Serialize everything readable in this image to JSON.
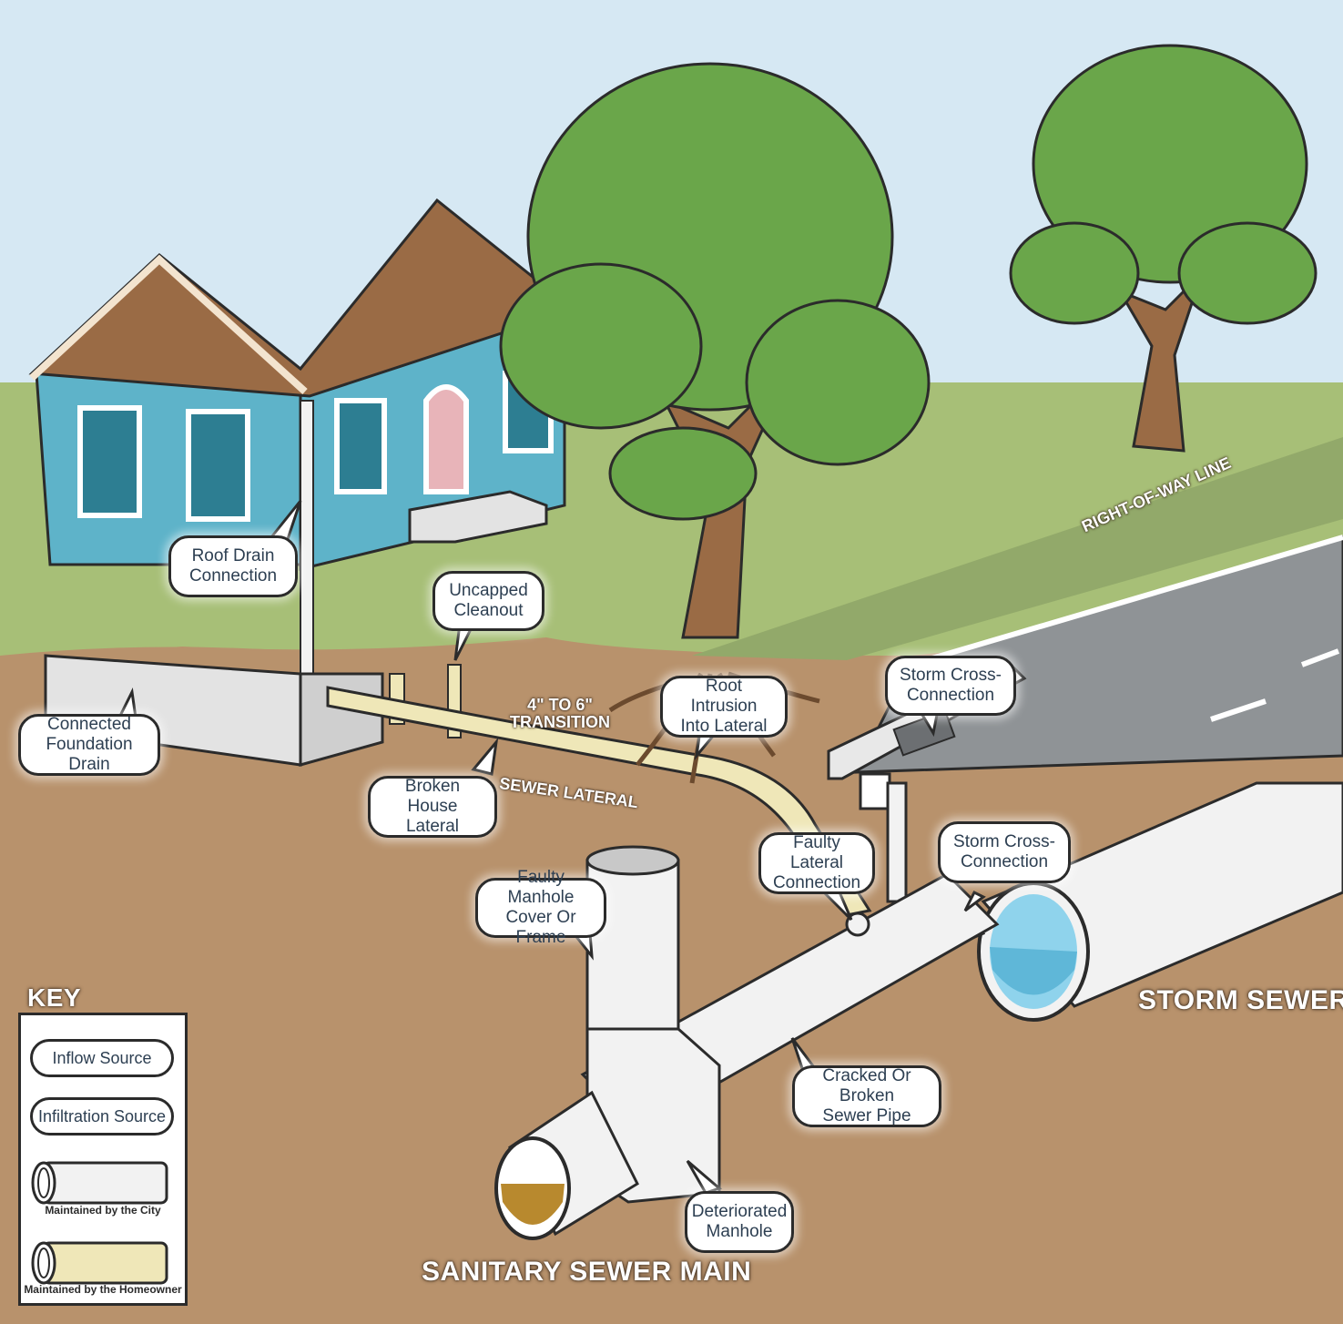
{
  "labels": {
    "right_of_way": "RIGHT-OF-WAY LINE",
    "transition": "4\" TO 6\"\nTRANSITION",
    "sewer_lateral": "SEWER LATERAL",
    "storm_sewer": "STORM SEWER",
    "sanitary_sewer_main": "SANITARY SEWER MAIN"
  },
  "callouts": {
    "roof_drain": "Roof Drain\nConnection",
    "uncapped_cleanout": "Uncapped\nCleanout",
    "root_intrusion": "Root Intrusion\nInto Lateral",
    "storm_cross_upper": "Storm Cross-\nConnection",
    "connected_foundation": "Connected\nFoundation Drain",
    "broken_house_lateral": "Broken House\nLateral",
    "faulty_lateral": "Faulty Lateral\nConnection",
    "storm_cross_lower": "Storm Cross-\nConnection",
    "faulty_manhole": "Faulty Manhole\nCover Or Frame",
    "cracked_pipe": "Cracked Or Broken\nSewer Pipe",
    "deteriorated_manhole": "Deteriorated\nManhole"
  },
  "key": {
    "title": "KEY",
    "inflow": "Inflow Source",
    "infiltration": "Infiltration Source",
    "city": "Maintained by the City",
    "homeowner": "Maintained by the Homeowner"
  },
  "colors": {
    "sky": "#d6e8f3",
    "grass": "#a7bf77",
    "soil": "#b8926c",
    "house": "#5eb3c9",
    "roof": "#9a6b45",
    "tree": "#6aa64a",
    "road": "#8f9396",
    "pipe_city": "#f2f2f2",
    "pipe_home": "#efe7b8",
    "storm_water": "#8fd3ec",
    "sewage": "#b8892e"
  }
}
